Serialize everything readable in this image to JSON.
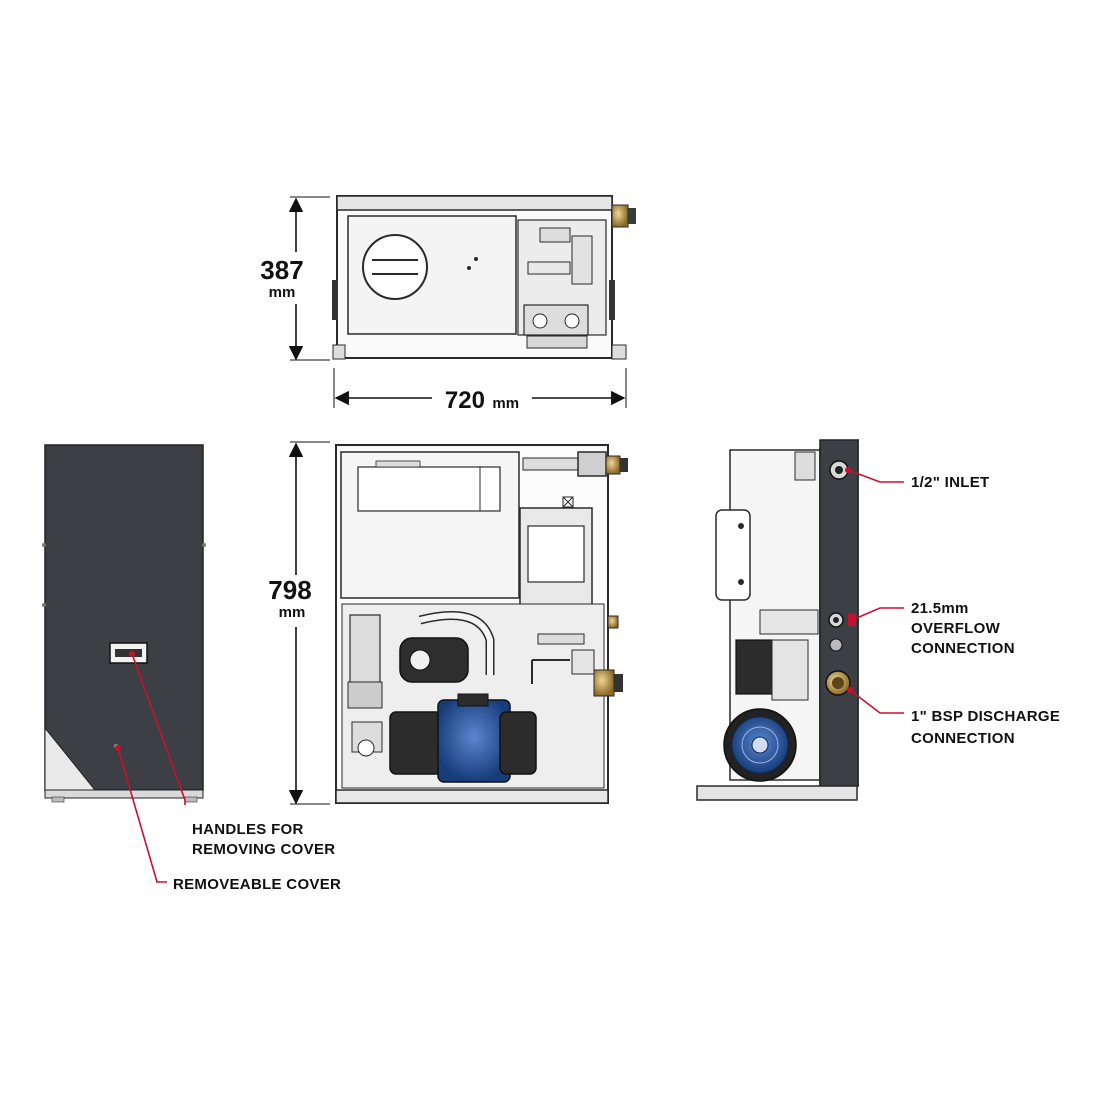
{
  "dimensions": {
    "depth": {
      "value": "387",
      "unit": "mm"
    },
    "width": {
      "value": "720",
      "unit": "mm"
    },
    "height": {
      "value": "798",
      "unit": "mm"
    }
  },
  "callouts": {
    "handles": [
      "HANDLES FOR",
      "REMOVING COVER"
    ],
    "cover": [
      "REMOVEABLE COVER"
    ],
    "inlet": [
      "1/2\" INLET"
    ],
    "overflow": [
      "21.5mm",
      "OVERFLOW",
      "CONNECTION"
    ],
    "discharge": [
      "1\" BSP DISCHARGE",
      "CONNECTION"
    ]
  },
  "colors": {
    "cover": "#3c3f44",
    "panel": "#f2f2f2",
    "outline": "#2a2a2a",
    "callout_red": "#c8102e",
    "pump_blue": "#1f4f9a",
    "brass": "#c9a04a"
  }
}
